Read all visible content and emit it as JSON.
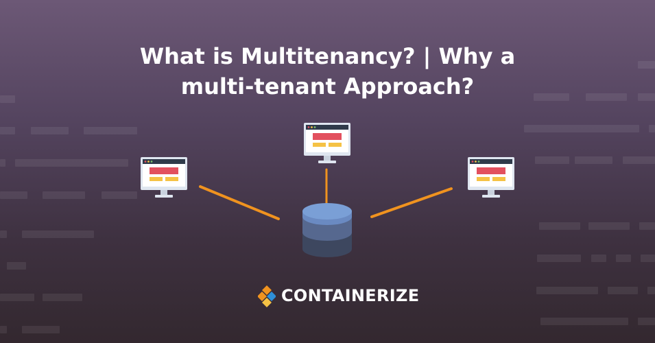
{
  "title": {
    "line1": "What is Multitenancy? | Why a",
    "line2": "multi-tenant Approach?"
  },
  "brand": {
    "name": "CONTAINERIZE",
    "logo_icon": "diamond-logo-icon"
  },
  "diagram": {
    "nodes": [
      {
        "name": "tenant-monitor-left",
        "icon": "monitor-icon"
      },
      {
        "name": "tenant-monitor-center",
        "icon": "monitor-icon"
      },
      {
        "name": "tenant-monitor-right",
        "icon": "monitor-icon"
      },
      {
        "name": "shared-database",
        "icon": "database-icon"
      }
    ],
    "connector_color": "#f0931f"
  },
  "colors": {
    "background_top": "#6c5876",
    "background_bottom": "#33282f",
    "monitor_frame": "#dfe6f0",
    "screen_bg": "#ffffff",
    "screen_header": "#2f3a4a",
    "screen_red": "#e2505e",
    "screen_yellow": "#f5c245",
    "db_top": "#7a9fd6",
    "db_mid": "#56688f",
    "db_bottom": "#3d475f",
    "logo_orange": "#f0931f",
    "logo_blue": "#2e8fd8"
  }
}
